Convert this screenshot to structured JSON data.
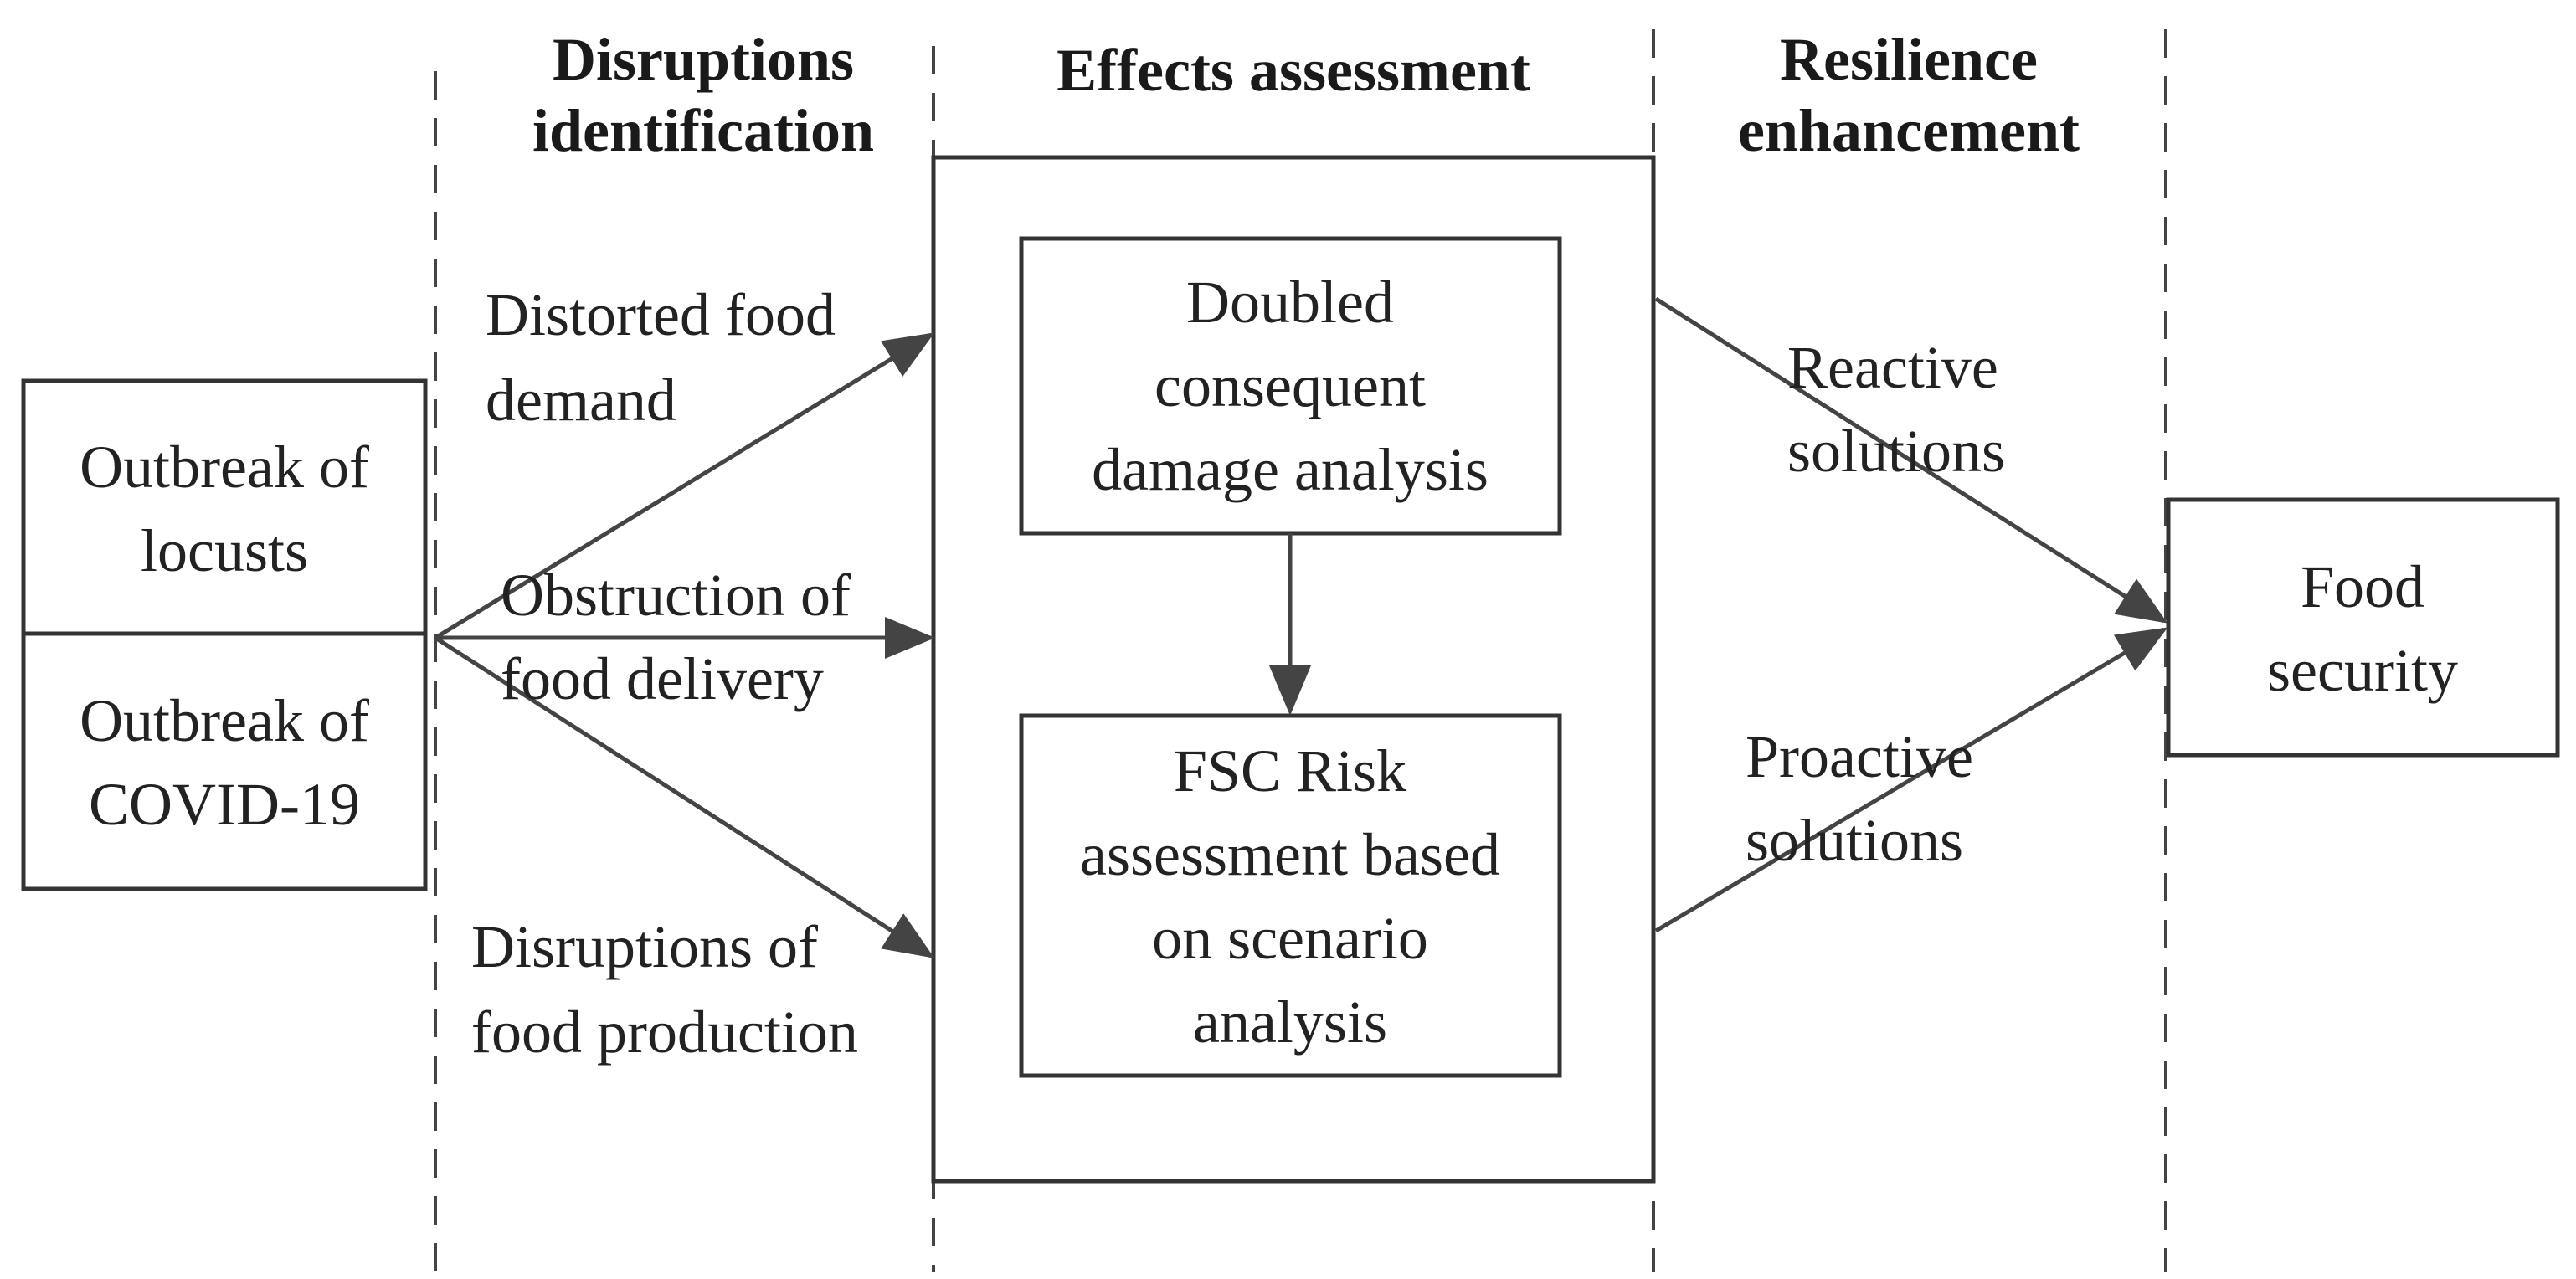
{
  "columns": {
    "disruptions": {
      "line1": "Disruptions",
      "line2": "identification"
    },
    "effects": {
      "line1": "Effects  assessment"
    },
    "resilience": {
      "line1": "Resilience",
      "line2": "enhancement"
    }
  },
  "sources": {
    "locusts": {
      "line1": "Outbreak of",
      "line2": "locusts"
    },
    "covid": {
      "line1": "Outbreak of",
      "line2": "COVID-19"
    }
  },
  "disruptions": {
    "demand": {
      "line1": "Distorted food",
      "line2": "demand"
    },
    "delivery": {
      "line1": "Obstruction of",
      "line2": "food delivery"
    },
    "production": {
      "line1": "Disruptions of",
      "line2": "food production"
    }
  },
  "effects": {
    "damage": {
      "line1": "Doubled",
      "line2": "consequent",
      "line3": "damage analysis"
    },
    "risk": {
      "line1": "FSC Risk",
      "line2": "assessment based",
      "line3": "on scenario",
      "line4": "analysis"
    }
  },
  "resilience": {
    "reactive": {
      "line1": "Reactive",
      "line2": "solutions"
    },
    "proactive": {
      "line1": "Proactive",
      "line2": "solutions"
    }
  },
  "outcome": {
    "line1": "Food",
    "line2": "security"
  }
}
